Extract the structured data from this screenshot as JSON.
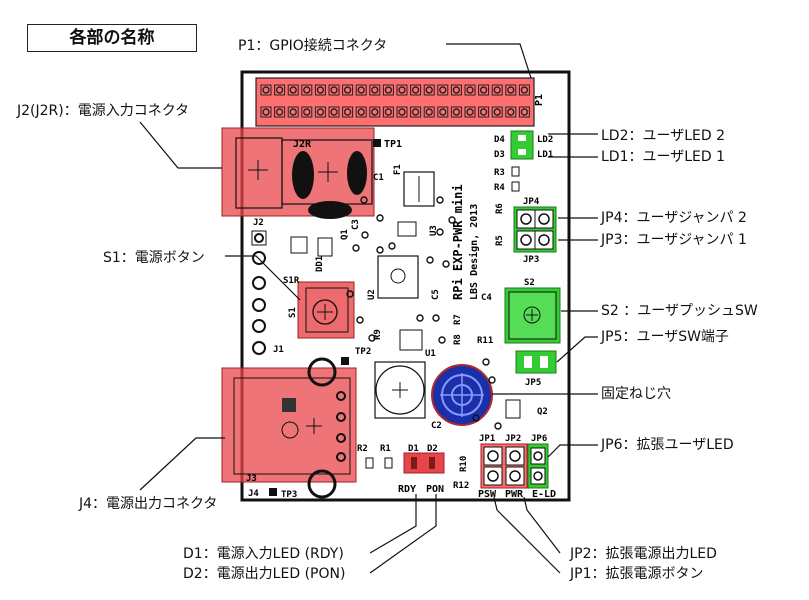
{
  "title": "各部の名称",
  "labels": {
    "p1": "P1：GPIO接続コネクタ",
    "j2": "J2(J2R)：電源入力コネクタ",
    "s1": "S1：電源ボタン",
    "j4": "J4：電源出力コネクタ",
    "ld2": "LD2：ユーザLED 2",
    "ld1": "LD1：ユーザLED 1",
    "jp4": "JP4：ユーザジャンパ 2",
    "jp3": "JP3：ユーザジャンパ 1",
    "s2": "S2 ：ユーザプッシュSW",
    "jp5": "JP5：ユーザSW端子",
    "hole": "固定ねじ穴",
    "jp6": "JP6：拡張ユーザLED",
    "d1": "D1：電源入力LED (RDY)",
    "d2": "D2：電源出力LED (PON)",
    "jp2": "JP2：拡張電源出力LED",
    "jp1": "JP1：拡張電源ボタン"
  },
  "board": {
    "name_line1": "RPi EXP-PWR mini",
    "name_line2": "LBS Design, 2013",
    "silk": {
      "p1": "P1",
      "tp1": "TP1",
      "tp2": "TP2",
      "tp3": "TP3",
      "j2r": "J2R",
      "j2": "J2",
      "j1": "J1",
      "j3": "J3",
      "j4": "J4",
      "s1r": "S1R",
      "s1": "S1",
      "s2": "S2",
      "d4": "D4",
      "d3": "D3",
      "ld2": "LD2",
      "ld1": "LD1",
      "r3": "R3",
      "r4": "R4",
      "r5": "R5",
      "r6": "R6",
      "r7": "R7",
      "r8": "R8",
      "r9": "R9",
      "r10": "R10",
      "r11": "R11",
      "r12": "R12",
      "r1": "R1",
      "r2": "R2",
      "c1": "C1",
      "c2": "C2",
      "c3": "C3",
      "c4": "C4",
      "c5": "C5",
      "f1": "F1",
      "q1": "Q1",
      "q2": "Q2",
      "u1": "U1",
      "u2": "U2",
      "u3": "U3",
      "dd1": "DD1",
      "d1": "D1",
      "d2": "D2",
      "jp1": "JP1",
      "jp2": "JP2",
      "jp3": "JP3",
      "jp4": "JP4",
      "jp5": "JP5",
      "jp6": "JP6",
      "rdy": "RDY",
      "pon": "PON",
      "psw": "PSW",
      "pwr": "PWR",
      "eld": "E-LD"
    }
  },
  "colors": {
    "red_highlight": "#e8454a",
    "green_highlight": "#33cc33",
    "header_red": "#ff6f6f",
    "mount_hole": "#1a2fa8"
  }
}
